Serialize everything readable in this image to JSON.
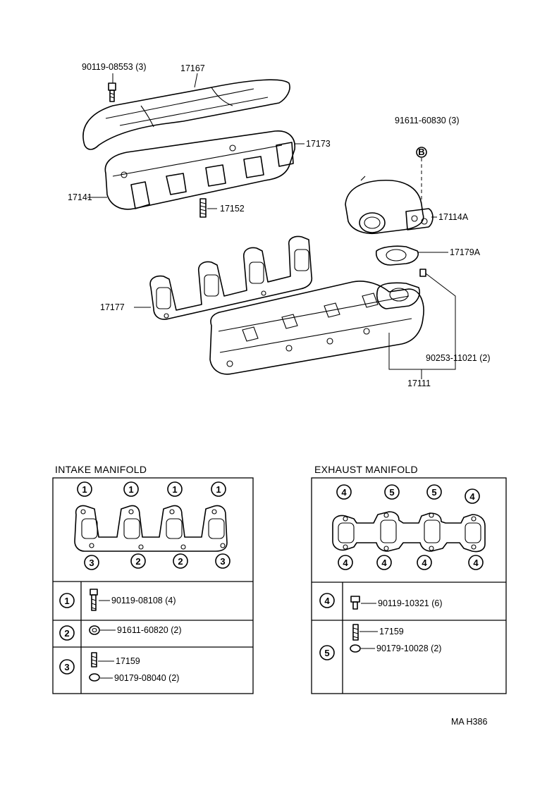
{
  "callouts": {
    "bolt_top": "90119-08553 (3)",
    "heat_insulator": "17167",
    "intake_gasket_upper": "17173",
    "intake_manifold": "17141",
    "stud_17152": "17152",
    "nut_b": "91611-60830 (3)",
    "b_mark": "B",
    "turbo_elbow": "17114A",
    "elbow_gasket": "17179A",
    "exhaust_gasket": "17177",
    "stud_exh": "90253-11021 (2)",
    "exhaust_manifold": "17111"
  },
  "intake_panel": {
    "title": "INTAKE  MANIFOLD",
    "top_marks": [
      "1",
      "1",
      "1",
      "1"
    ],
    "bottom_marks": [
      "3",
      "2",
      "2",
      "3"
    ],
    "legend": [
      {
        "mark": "1",
        "items": [
          "90119-08108 (4)"
        ]
      },
      {
        "mark": "2",
        "items": [
          "91611-60820 (2)"
        ]
      },
      {
        "mark": "3",
        "items": [
          "17159",
          "90179-08040 (2)"
        ]
      }
    ]
  },
  "exhaust_panel": {
    "title": "EXHAUST  MANIFOLD",
    "top_marks": [
      "4",
      "5",
      "5",
      "4"
    ],
    "bottom_marks": [
      "4",
      "4",
      "4",
      "4"
    ],
    "legend": [
      {
        "mark": "4",
        "items": [
          "90119-10321 (6)"
        ]
      },
      {
        "mark": "5",
        "items": [
          "17159",
          "90179-10028 (2)"
        ]
      }
    ]
  },
  "figure_code": "MA  H386"
}
